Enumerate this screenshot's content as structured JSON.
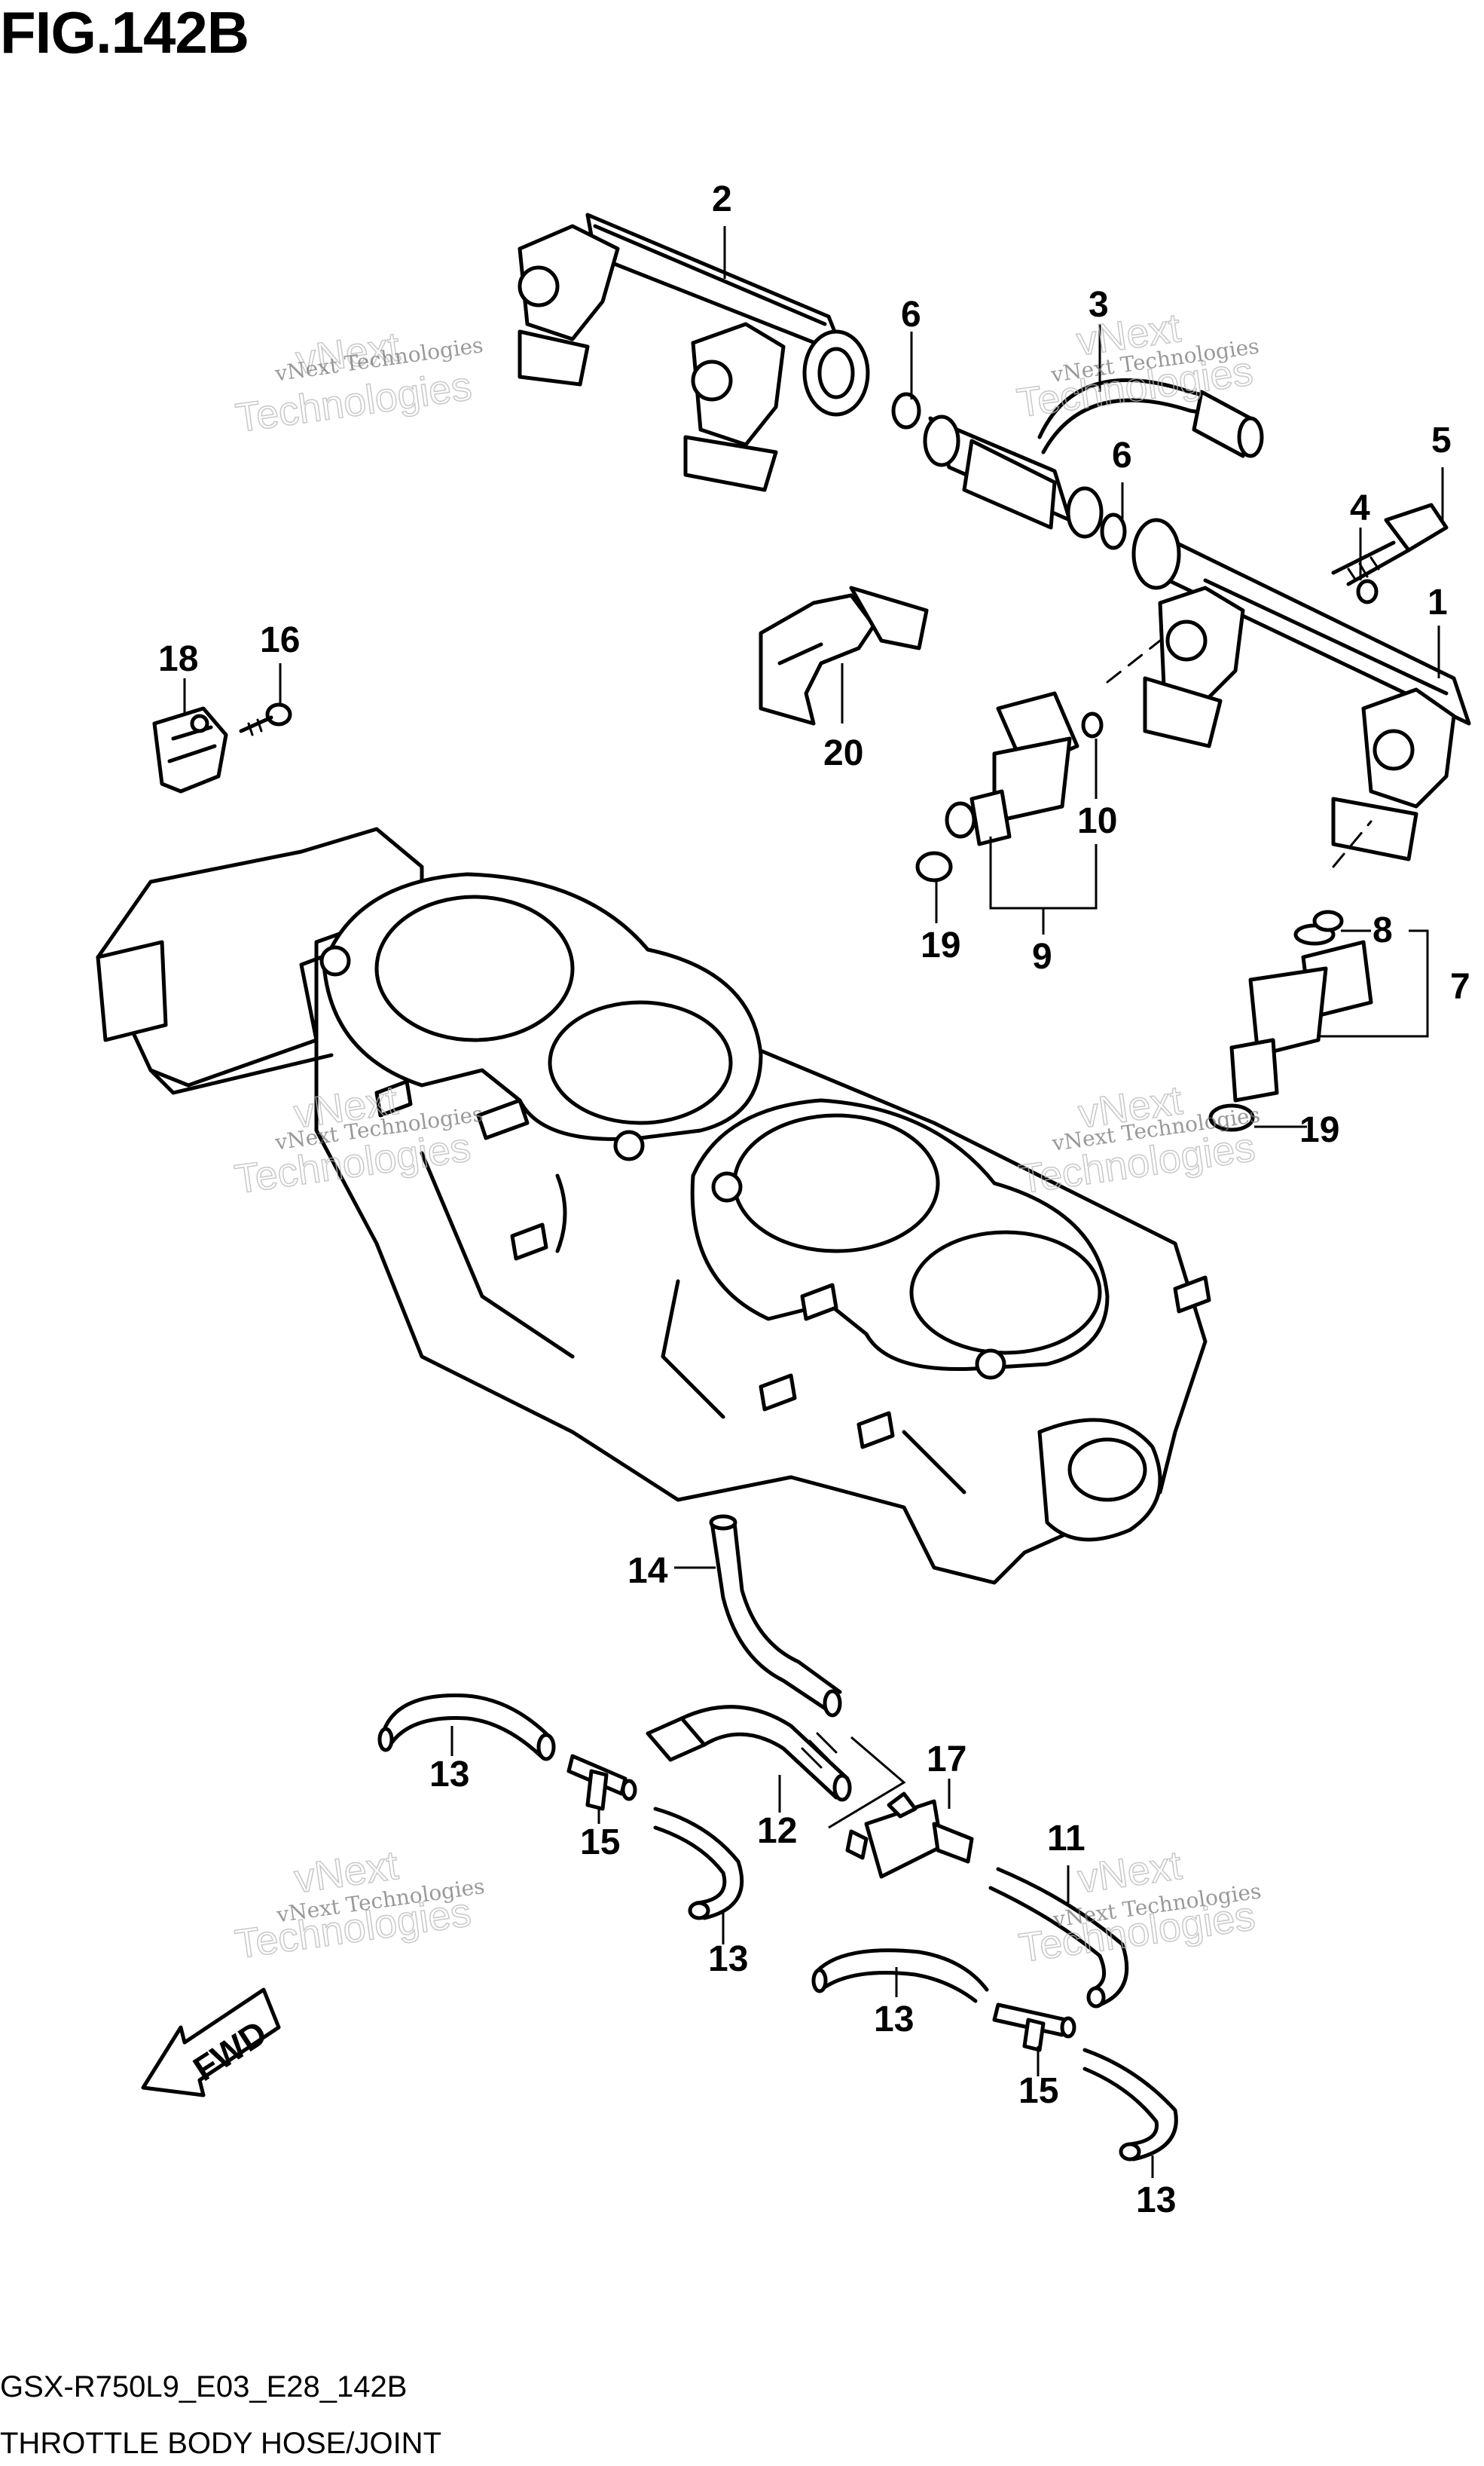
{
  "figure": {
    "title": "FIG.142B",
    "model_code": "GSX-R750L9_E03_E28_142B",
    "caption": "THROTTLE BODY HOSE/JOINT",
    "direction_label": "FWD"
  },
  "watermark": {
    "company": "vNext Technologies",
    "brand_line1": "vNext",
    "brand_line2": "Technologies"
  },
  "callouts": [
    {
      "id": "c1",
      "label": "1"
    },
    {
      "id": "c2",
      "label": "2"
    },
    {
      "id": "c3",
      "label": "3"
    },
    {
      "id": "c4",
      "label": "4"
    },
    {
      "id": "c5",
      "label": "5"
    },
    {
      "id": "c6a",
      "label": "6"
    },
    {
      "id": "c6b",
      "label": "6"
    },
    {
      "id": "c7",
      "label": "7"
    },
    {
      "id": "c8",
      "label": "8"
    },
    {
      "id": "c9",
      "label": "9"
    },
    {
      "id": "c10",
      "label": "10"
    },
    {
      "id": "c11",
      "label": "11"
    },
    {
      "id": "c12",
      "label": "12"
    },
    {
      "id": "c13a",
      "label": "13"
    },
    {
      "id": "c13b",
      "label": "13"
    },
    {
      "id": "c13c",
      "label": "13"
    },
    {
      "id": "c13d",
      "label": "13"
    },
    {
      "id": "c14",
      "label": "14"
    },
    {
      "id": "c15a",
      "label": "15"
    },
    {
      "id": "c15b",
      "label": "15"
    },
    {
      "id": "c16",
      "label": "16"
    },
    {
      "id": "c17",
      "label": "17"
    },
    {
      "id": "c18",
      "label": "18"
    },
    {
      "id": "c19a",
      "label": "19"
    },
    {
      "id": "c19b",
      "label": "19"
    },
    {
      "id": "c20",
      "label": "20"
    }
  ]
}
